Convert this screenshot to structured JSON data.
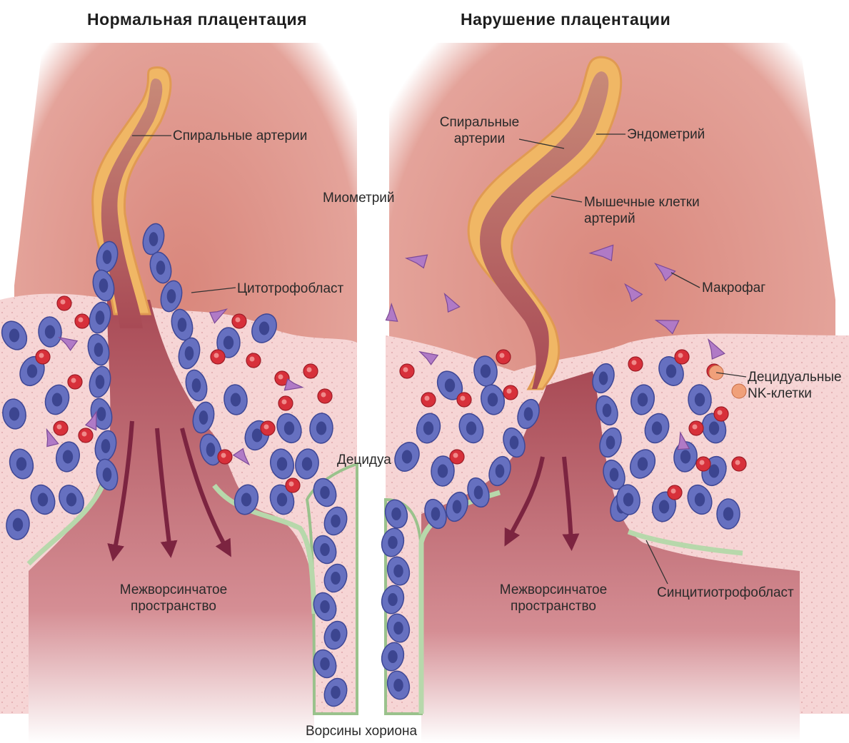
{
  "panels": {
    "left_title": "Нормальная  плацентация",
    "right_title": "Нарушение  плацентации"
  },
  "labels": {
    "spiral_arteries_left": "Спиральные  артерии",
    "myometrium": "Миометрий",
    "cytotrophoblast": "Цитотрофобласт",
    "decidua": "Децидуа",
    "intervillous_left_1": "Межворсинчатое",
    "intervillous_left_2": "пространство",
    "chorionic_villi": "Ворсины  хориона",
    "spiral_arteries_right_1": "Спиральные",
    "spiral_arteries_right_2": "артерии",
    "endometrium": "Эндометрий",
    "muscle_cells_1": "Мышечные клетки",
    "muscle_cells_2": "артерий",
    "macrophage": "Макрофаг",
    "nk_cells_1": "Децидуальные",
    "nk_cells_2": "NK-клетки",
    "intervillous_right_1": "Межворсинчатое",
    "intervillous_right_2": "пространство",
    "syncytiotrophoblast": "Синцитиотрофобласт"
  },
  "colors": {
    "myometrium": "#d9877c",
    "decidua": "#f5cfcf",
    "vessel_lumen": "#b56066",
    "artery_wall": "#f0b765",
    "cytotrophoblast": "#6670c0",
    "nk_cell": "#d7303a",
    "macrophage": "#b07ac6",
    "syncytiotrophoblast": "#b7d8ab",
    "arrow": "#7c2440"
  }
}
